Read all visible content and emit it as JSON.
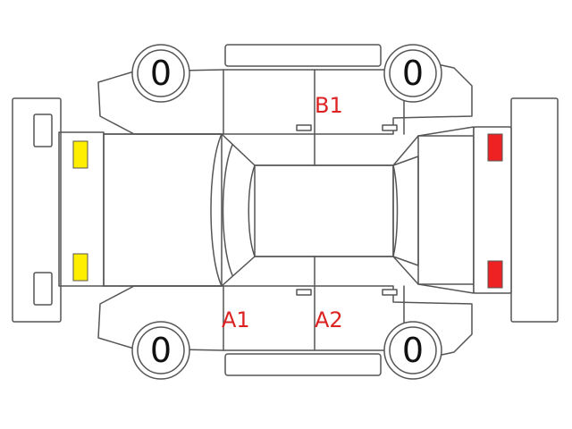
{
  "tires": {
    "front_left": "0",
    "front_right": "0",
    "rear_left": "0",
    "rear_right": "0"
  },
  "damage_marks": {
    "b1": "B1",
    "a1": "A1",
    "a2": "A2"
  },
  "colors": {
    "outline": "#555555",
    "front_lamp": "#ffee00",
    "rear_lamp": "#ee2222",
    "mark_text": "#dd2222"
  },
  "icons": {
    "front_lamps": "yellow-rectangle",
    "rear_lamps": "red-rectangle",
    "tires": "circle-wheel"
  }
}
